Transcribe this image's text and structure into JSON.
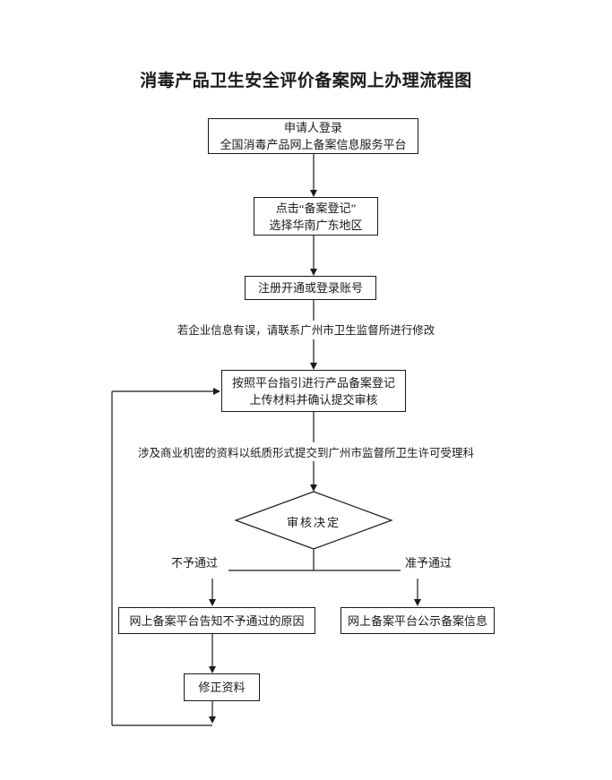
{
  "page": {
    "title": "消毒产品卫生安全评价备案网上办理流程图",
    "background_color": "#ffffff",
    "line_color": "#1a1a1a",
    "text_color": "#1a1a1a"
  },
  "flowchart": {
    "nodes": {
      "login": {
        "line1": "申请人登录",
        "line2": "全国消毒产品网上备案信息服务平台"
      },
      "click_register": {
        "line1": "点击“备案登记”",
        "line2": "选择华南广东地区"
      },
      "account": {
        "text": "注册开通或登录账号"
      },
      "product_register": {
        "line1": "按照平台指引进行产品备案登记",
        "line2": "上传材料并确认提交审核"
      },
      "decision": {
        "text": "审核决定"
      },
      "reject_result": {
        "text": "网上备案平台告知不予通过的原因"
      },
      "approve_result": {
        "text": "网上备案平台公示备案信息"
      },
      "fix_material": {
        "text": "修正资料"
      }
    },
    "notes": {
      "info_error": "若企业信息有误，请联系广州市卫生监督所进行修改",
      "confidential": "涉及商业机密的资料以纸质形式提交到广州市监督所卫生许可受理科"
    },
    "branch_labels": {
      "reject": "不予通过",
      "approve": "准予通过"
    }
  }
}
